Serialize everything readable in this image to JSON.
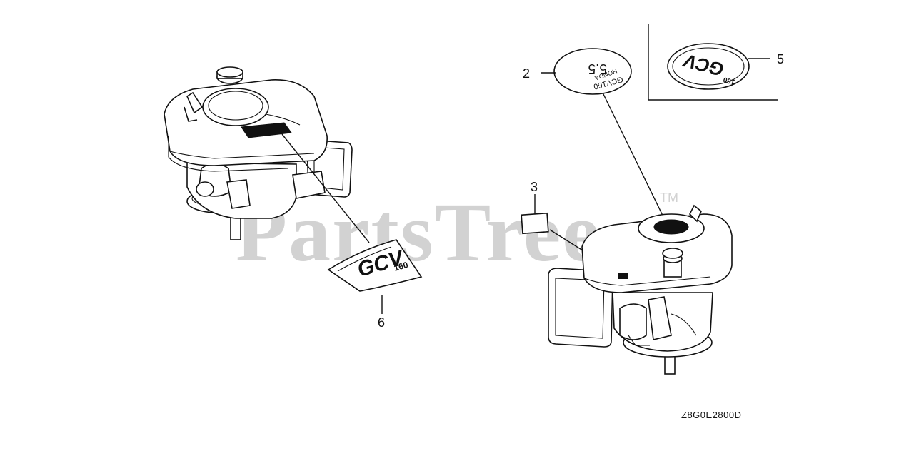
{
  "watermark": {
    "text": "PartsTree",
    "trademark": "TM"
  },
  "diagram_code": "Z8G0E2800D",
  "callouts": [
    {
      "id": "2",
      "label": "2"
    },
    {
      "id": "3",
      "label": "3"
    },
    {
      "id": "5",
      "label": "5"
    },
    {
      "id": "6",
      "label": "6"
    }
  ],
  "decal_2": {
    "line1": "GCV160",
    "line2": "5.5",
    "line3": "HONDA"
  },
  "decal_5": {
    "main": "GCV",
    "sub": "160"
  },
  "decal_6": {
    "main": "GCV",
    "sub": "160"
  },
  "colors": {
    "line": "#111111",
    "watermark": "#d2d2d2",
    "background": "#ffffff"
  }
}
